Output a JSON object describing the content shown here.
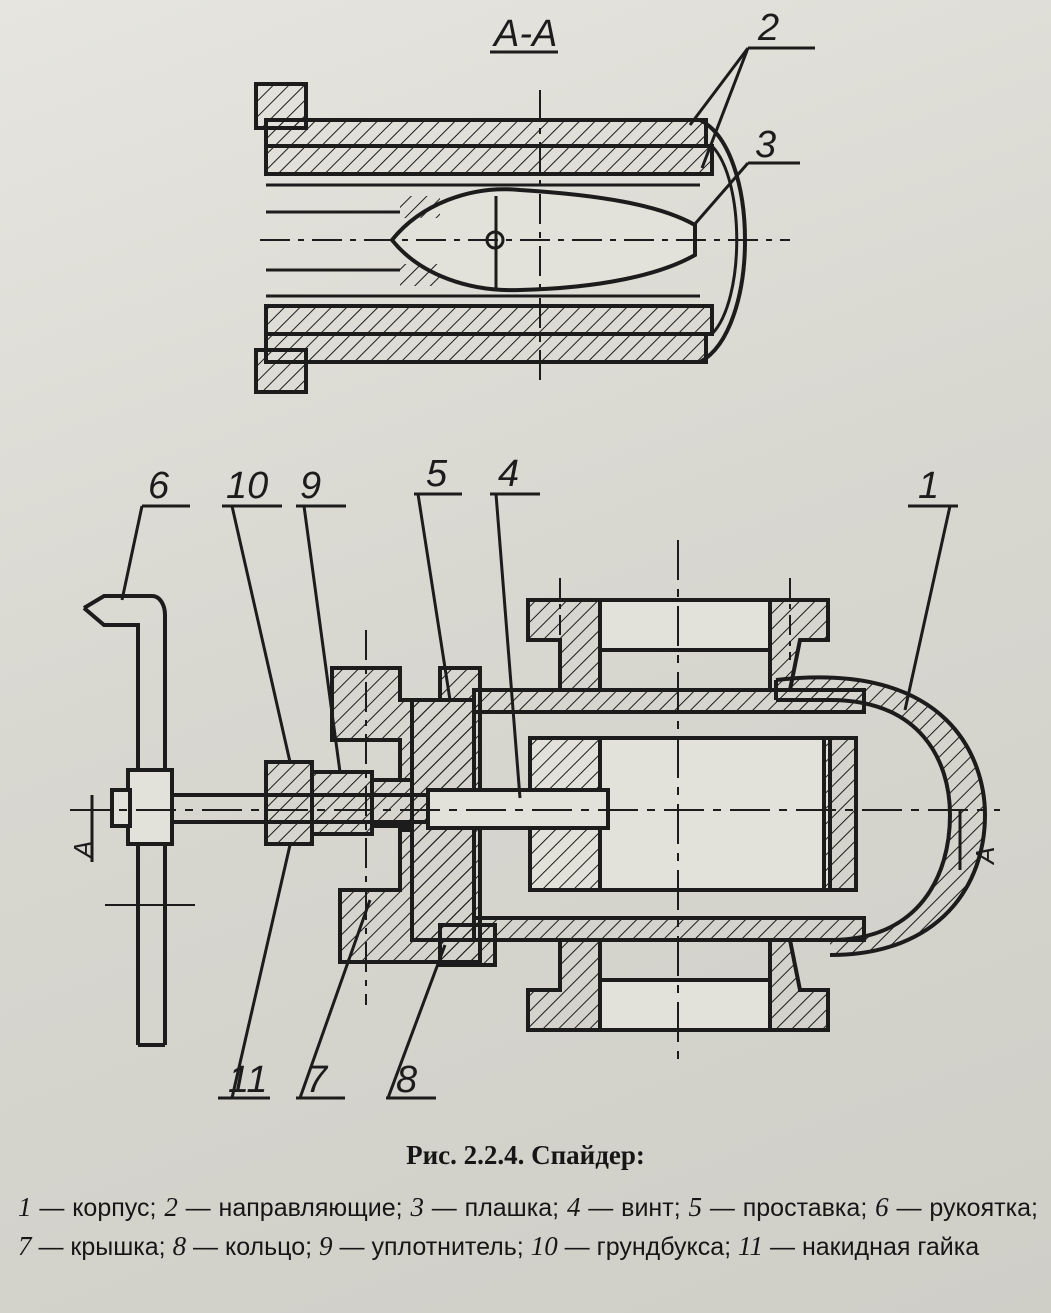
{
  "section_label": "А-А",
  "cut_marker": "А",
  "part_numbers": {
    "n1": "1",
    "n2": "2",
    "n3": "3",
    "n4": "4",
    "n5": "5",
    "n6": "6",
    "n7": "7",
    "n8": "8",
    "n9": "9",
    "n10": "10",
    "n11": "11"
  },
  "caption": {
    "title": "Рис. 2.2.4. Спайдер:",
    "legend": [
      {
        "num": "1",
        "text": "корпус"
      },
      {
        "num": "2",
        "text": "направляющие"
      },
      {
        "num": "3",
        "text": "плашка"
      },
      {
        "num": "4",
        "text": "винт"
      },
      {
        "num": "5",
        "text": "проставка"
      },
      {
        "num": "6",
        "text": "рукоятка"
      },
      {
        "num": "7",
        "text": "крышка"
      },
      {
        "num": "8",
        "text": "кольцо"
      },
      {
        "num": "9",
        "text": "уплотнитель"
      },
      {
        "num": "10",
        "text": "грундбукса"
      },
      {
        "num": "11",
        "text": "накидная гайка"
      }
    ]
  },
  "colors": {
    "ink": "#1c1c1c",
    "paper": "#e2e1da"
  }
}
